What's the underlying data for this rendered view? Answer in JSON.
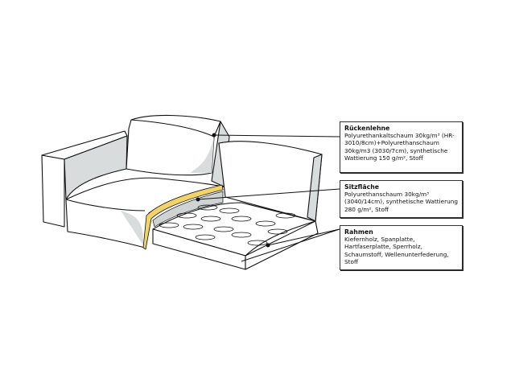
{
  "diagram": {
    "subject": "sofa-construction-cutaway",
    "colors": {
      "outline": "#111111",
      "shade": "#d8dcdc",
      "padding_yellow": "#f2d36b",
      "background": "#ffffff"
    }
  },
  "callouts": [
    {
      "title": "Rückenlehne",
      "body": "Polyurethankaltschaum 30kg/m³ (HR-3010/8cm)+Polyurethanschaum 30kg/m3 (3030/7cm), synthetische Wattierung 150 g/m², Stoff"
    },
    {
      "title": "Sitzfläche",
      "body": "Polyurethanschaum 30kg/m³ (3040/14cm), synthetische Wattierung 280 g/m², Stoff"
    },
    {
      "title": "Rahmen",
      "body": "Kiefernholz, Spanplatte, Hartfaserplatte, Sperrholz, Schaumstoff, Wellenunterfederung, Stoff"
    }
  ]
}
